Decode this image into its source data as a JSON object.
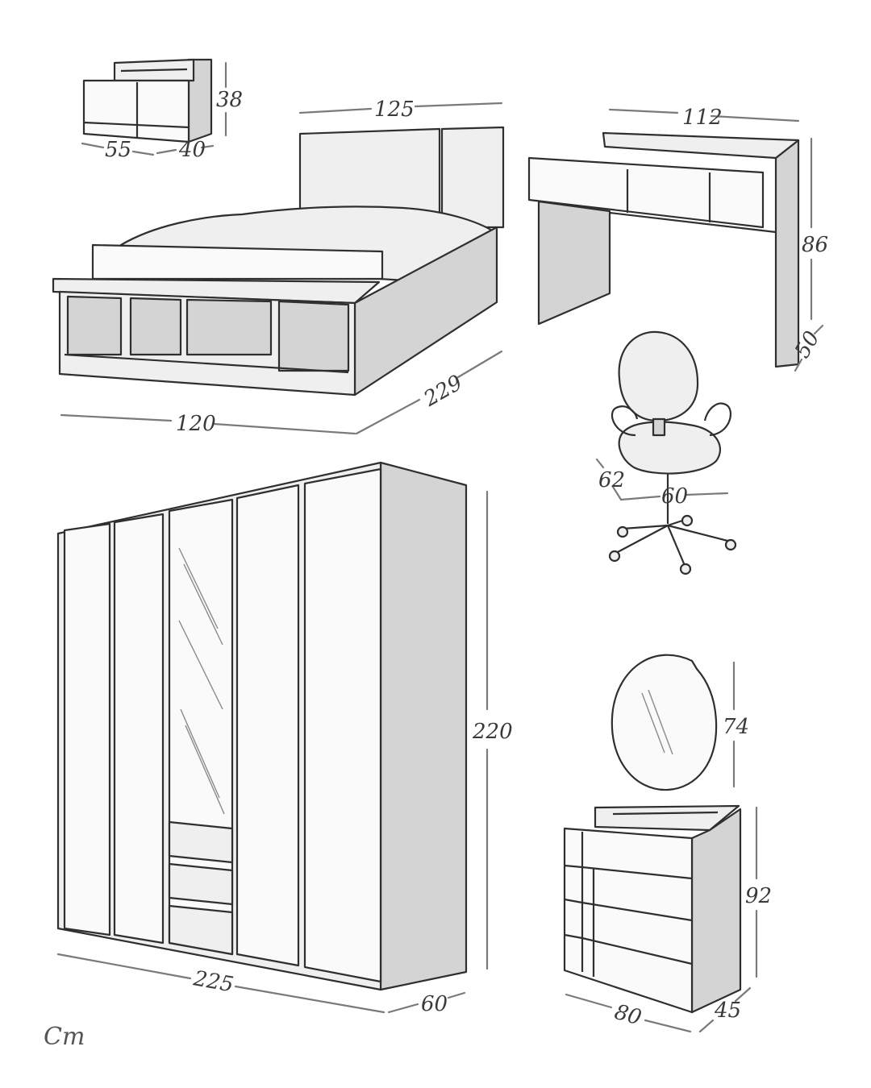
{
  "dimensions": {
    "nightstand": {
      "height": "38",
      "width": "55",
      "depth": "40"
    },
    "bed": {
      "headboard_width": "125",
      "width": "120",
      "length": "229"
    },
    "desk": {
      "width": "112",
      "height": "86",
      "depth": "50"
    },
    "chair": {
      "depth": "62",
      "width": "60"
    },
    "wardrobe": {
      "width": "225",
      "depth": "60",
      "height": "220"
    },
    "mirror": {
      "height": "74"
    },
    "dresser": {
      "height": "92",
      "width": "80",
      "depth": "45"
    }
  },
  "signature": "Cm",
  "colors": {
    "outline": "#2f2f2f",
    "panel": "#efefef",
    "side": "#d4d4d4",
    "dimension_line": "#7a7a7a"
  }
}
